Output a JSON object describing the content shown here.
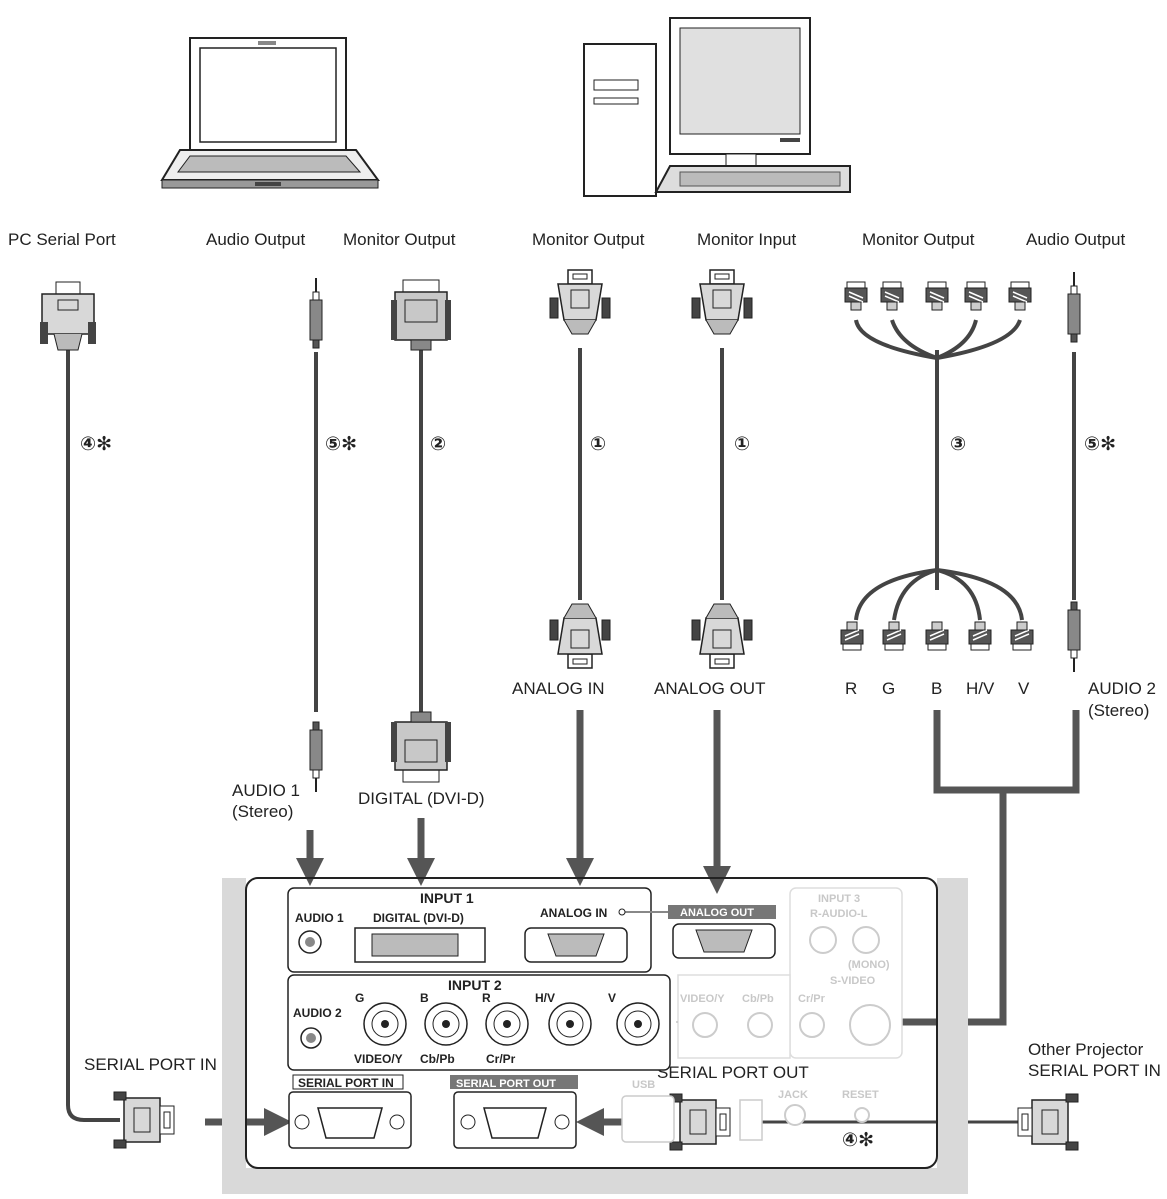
{
  "devices": {
    "laptop_icon": "laptop-icon",
    "desktop_icon": "desktop-computer-icon"
  },
  "top_labels": {
    "pc_serial_port": "PC Serial Port",
    "audio_output_left": "Audio Output",
    "monitor_output_dvi": "Monitor Output",
    "monitor_output_analog": "Monitor Output",
    "monitor_input": "Monitor Input",
    "monitor_output_bnc": "Monitor Output",
    "audio_output_right": "Audio Output"
  },
  "cable_numbers": {
    "serial": "④✻",
    "audio_left": "⑤✻",
    "dvi": "②",
    "analog_in": "①",
    "analog_out": "①",
    "bnc": "③",
    "audio_right": "⑤✻",
    "serial_out": "④✻"
  },
  "connector_labels": {
    "analog_in": "ANALOG IN",
    "analog_out": "ANALOG OUT",
    "bnc_r": "R",
    "bnc_g": "G",
    "bnc_b": "B",
    "bnc_hv": "H/V",
    "bnc_v": "V",
    "audio2_line1": "AUDIO 2",
    "audio2_line2": "(Stereo)",
    "audio1_line1": "AUDIO 1",
    "audio1_line2": "(Stereo)",
    "digital": "DIGITAL (DVI-D)",
    "serial_port_in": "SERIAL PORT IN",
    "serial_port_out": "SERIAL PORT OUT",
    "other_projector_line1": "Other Projector",
    "other_projector_line2": "SERIAL PORT IN"
  },
  "panel": {
    "input1": "INPUT 1",
    "input2": "INPUT 2",
    "input3": "INPUT 3",
    "audio1": "AUDIO 1",
    "digital_dvid": "DIGITAL (DVI-D)",
    "analog_in": "ANALOG IN",
    "analog_out": "ANALOG OUT",
    "r_audio_l": "R-AUDIO-L",
    "mono": "(MONO)",
    "s_video": "S-VIDEO",
    "audio2": "AUDIO 2",
    "g": "G",
    "b": "B",
    "r": "R",
    "hv": "H/V",
    "v": "V",
    "video_y": "VIDEO/Y",
    "cb_pb": "Cb/Pb",
    "cr_pr": "Cr/Pr",
    "video_y_grey": "VIDEO/Y",
    "cb_pb_grey": "Cb/Pb",
    "cr_pr_grey": "Cr/Pr",
    "serial_port_in": "SERIAL PORT IN",
    "serial_port_out": "SERIAL PORT OUT",
    "usb": "USB",
    "jack": "JACK",
    "reset": "RESET"
  }
}
